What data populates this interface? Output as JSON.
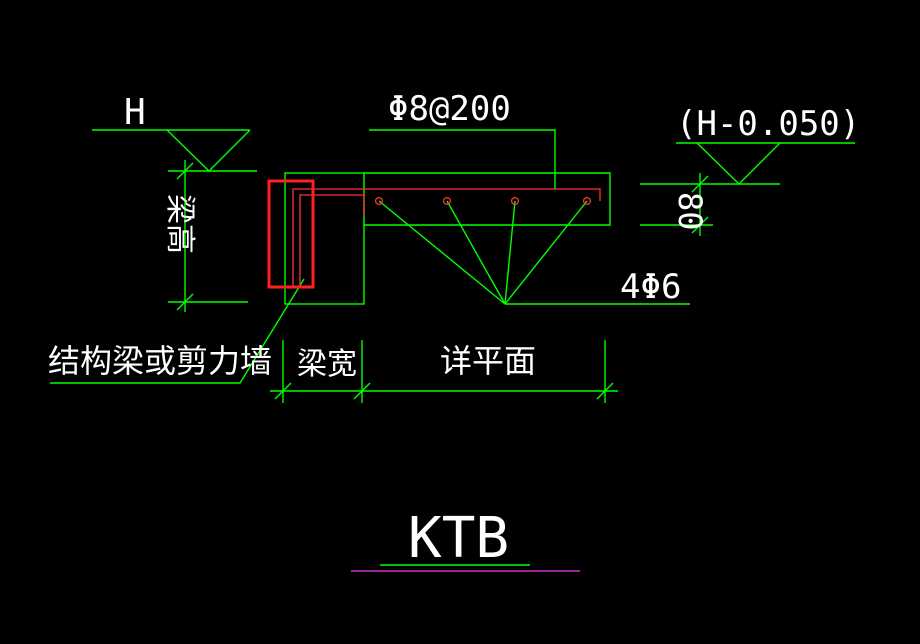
{
  "drawing": {
    "level_top": "H",
    "level_slab": "(H-0.050)",
    "top_rebar": "Φ8@200",
    "bottom_rebar": "4Φ6",
    "slab_thickness": "80",
    "beam_height": "梁高",
    "beam_width": "梁宽",
    "detail_plan": "详平面",
    "wall_label": "结构梁或剪力墙",
    "title": "KTB"
  },
  "colors": {
    "background": "#000000",
    "outline": "#00ff00",
    "rebar": "#ff3333",
    "highlight": "#ff2020",
    "text": "#ffffff",
    "title_underline": "#cc33cc"
  }
}
